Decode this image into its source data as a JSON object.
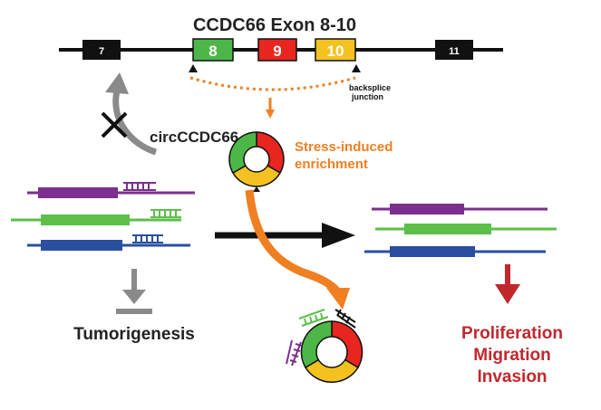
{
  "title": "CCDC66 Exon 8-10",
  "exons": [
    "7",
    "8",
    "9",
    "10",
    "11"
  ],
  "backsplice_label": [
    "backsplice",
    "junction"
  ],
  "circ_label": "circCCDC66",
  "stress_label": [
    "Stress-induced",
    "enrichment"
  ],
  "tumor_label": "Tumorigenesis",
  "outcome_labels": [
    "Proliferation",
    "Migration",
    "Invasion"
  ],
  "colors": {
    "exon8": "#4cb748",
    "exon9": "#e8251f",
    "exon10": "#f4c220",
    "purple": "#7b2f8e",
    "green": "#5cbf4a",
    "blue": "#2a4fa0",
    "orange": "#f07f22",
    "red": "#c0282e",
    "gray": "#8a8a8a"
  }
}
